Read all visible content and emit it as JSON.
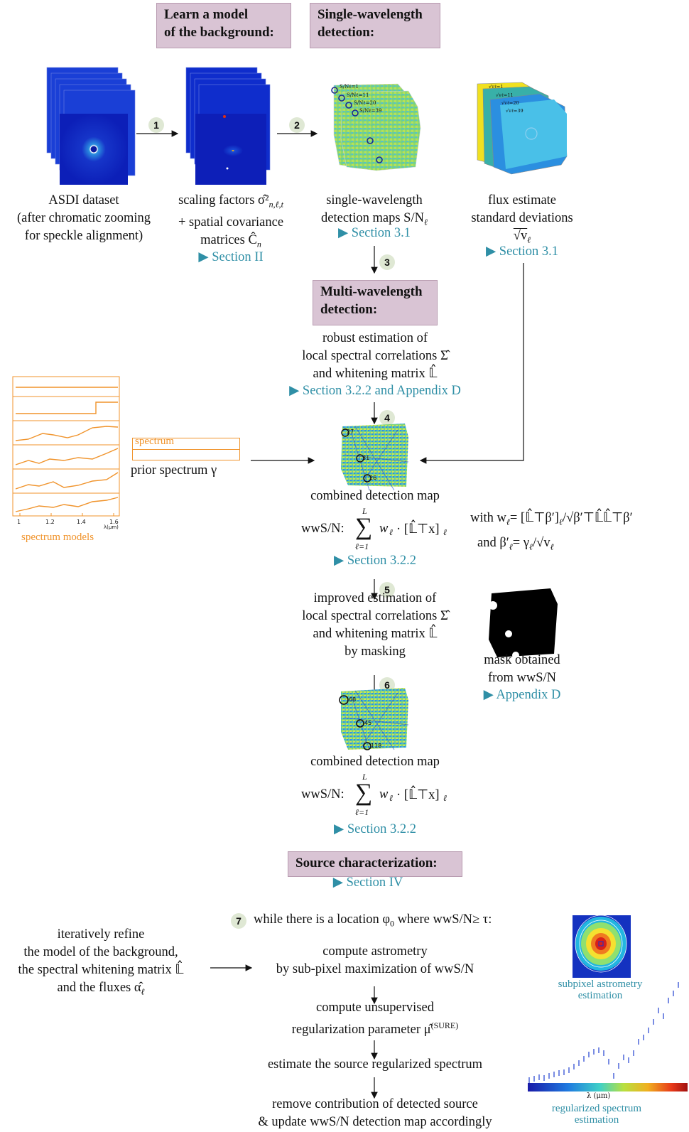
{
  "headers": {
    "learn": "Learn a model\nof the background:",
    "single": "Single-wavelength\ndetection:",
    "multi": "Multi-wavelength\ndetection:",
    "source": "Source characterization:"
  },
  "steps": [
    "1",
    "2",
    "3",
    "4",
    "5",
    "6",
    "7"
  ],
  "asdi": {
    "line1": "ASDI dataset",
    "line2": "(after chromatic zooming",
    "line3": "for speckle alignment)"
  },
  "scaling": {
    "line1": "scaling factors σ̂²",
    "line1_sub": "n,ℓ,t",
    "line2": "+ spatial covariance",
    "line3": "matrices Ĉ",
    "line3_sub": "n",
    "link": "▶ Section II"
  },
  "single_maps": {
    "line1": "single-wavelength",
    "line2": "detection maps S/N",
    "line2_sub": "ℓ",
    "link": "▶ Section 3.1"
  },
  "flux": {
    "line1": "flux estimate",
    "line2": "standard deviations",
    "line3": "√v",
    "line3_sub": "ℓ",
    "link": "▶ Section 3.1"
  },
  "robust": {
    "line1": "robust estimation of",
    "line2": "local spectral correlations Σ̂",
    "line3": "and whitening matrix 𝕃̂",
    "link": "▶ Section 3.2.2 and Appendix D"
  },
  "spectrum": {
    "box_label": "spectrum",
    "prior": "prior spectrum γ",
    "models": "spectrum models",
    "ticks": [
      "1",
      "1.2",
      "1.4",
      "1.6"
    ],
    "axis": "λ(μm)"
  },
  "combined1": {
    "title": "combined detection map",
    "formula_lhs": "wwS/N:",
    "sum_top": "L",
    "sum_bot": "ℓ=1",
    "formula_rhs": "w",
    "formula_tail": "· [𝕃̂⊤x]",
    "link": "▶ Section 3.2.2",
    "labels": [
      "27",
      "31",
      "26"
    ]
  },
  "weights": {
    "line1": "with w",
    "line1b": "= [𝕃̂⊤β′]",
    "line1c": "/√β′⊤𝕃̂𝕃̂⊤β′",
    "line2": "and β′",
    "line2b": "= γ",
    "line2c": "/√v"
  },
  "improved": {
    "line1": "improved estimation of",
    "line2": "local spectral correlations Σ̂",
    "line3": "and whitening matrix 𝕃̂",
    "line4": "by masking"
  },
  "mask": {
    "line1": "mask obtained",
    "line2": "from wwS/N",
    "link": "▶ Appendix D"
  },
  "combined2": {
    "title": "combined detection map",
    "link": "▶ Section 3.2.2",
    "labels": [
      "68",
      "45",
      "118"
    ]
  },
  "source": {
    "link": "▶ Section IV",
    "loop": "while there is a location φ",
    "loop_b": "0",
    "loop_c": " where wwS/N≥ τ:"
  },
  "refine": {
    "line1": "iteratively refine",
    "line2": "the model of the background,",
    "line3": "the spectral whitening matrix 𝕃̂",
    "line4": "and the fluxes α̂",
    "line4_sub": "ℓ"
  },
  "astrometry": {
    "line1": "compute astrometry",
    "line2": "by sub-pixel maximization of wwS/N"
  },
  "regul": {
    "line1": "compute unsupervised",
    "line2": "regularization parameter μ̂",
    "line2_sup": "(SURE)"
  },
  "estimate": {
    "line1": "estimate the source regularized spectrum"
  },
  "remove": {
    "line1": "remove contribution of detected source",
    "line2": "& update wwS/N detection map accordingly"
  },
  "subpixel": {
    "line1": "subpixel astrometry",
    "line2": "estimation"
  },
  "regspec": {
    "line1": "regularized spectrum",
    "line2": "estimation",
    "axis": "λ (μm)"
  },
  "colors": {
    "header_bg": "#d9c4d4",
    "link": "#2f8fa6",
    "orange": "#f0932b",
    "step_bg": "#dfe8d4"
  }
}
